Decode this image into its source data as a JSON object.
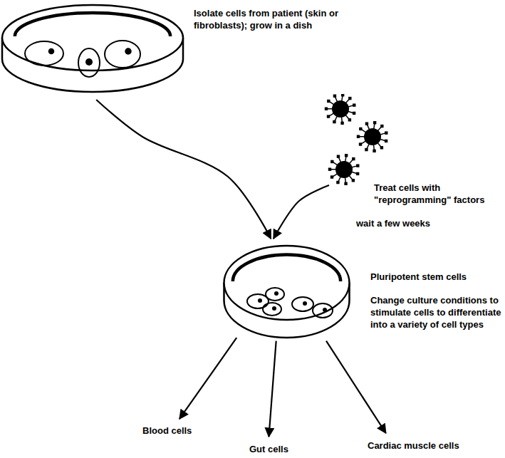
{
  "diagram": {
    "nodes": [
      {
        "text": [
          "Isolate cells from patient (skin or fibroblasts); grow in a dish"
        ]
      },
      {
        "text": [
          "Pluripotent stem cells",
          "Change culture conditions to stimulate cells to differentiate into a variety of cell types"
        ]
      },
      {
        "text": [
          "Treat cells with \"reprogramming\" factors"
        ]
      },
      {
        "text": [
          "Blood cells"
        ]
      },
      {
        "text": [
          "Gut cells"
        ]
      },
      {
        "text": [
          "Cardiac muscle cells"
        ]
      }
    ],
    "edges": [
      {
        "from": 0,
        "to": 1,
        "arrow": "to"
      },
      {
        "from": 2,
        "to": 1,
        "arrow": "to"
      },
      {
        "from": 1,
        "to": 3,
        "arrow": "to"
      },
      {
        "from": 1,
        "to": 4,
        "arrow": "to"
      },
      {
        "from": 1,
        "to": 5,
        "arrow": "to"
      }
    ],
    "labels": [
      "wait a few weeks"
    ]
  }
}
